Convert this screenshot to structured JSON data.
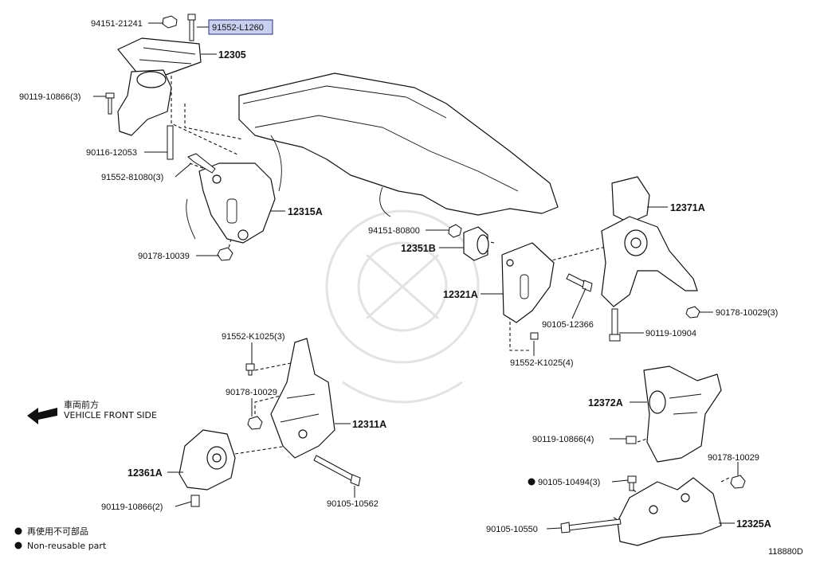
{
  "highlighted_part": "91552-L1260",
  "part_labels": [
    {
      "id": "94151-21241",
      "text": "94151-21241"
    },
    {
      "id": "91552-L1260",
      "text": "91552-L1260"
    },
    {
      "id": "12305",
      "text": "12305"
    },
    {
      "id": "90119-10866-3",
      "text": "90119-10866(3)"
    },
    {
      "id": "90116-12053",
      "text": "90116-12053"
    },
    {
      "id": "91552-81080-3",
      "text": "91552-81080(3)"
    },
    {
      "id": "12315A",
      "text": "12315A"
    },
    {
      "id": "90178-10039",
      "text": "90178-10039"
    },
    {
      "id": "94151-80800",
      "text": "94151-80800"
    },
    {
      "id": "12351B",
      "text": "12351B"
    },
    {
      "id": "12321A",
      "text": "12321A"
    },
    {
      "id": "90105-12366",
      "text": "90105-12366"
    },
    {
      "id": "91552-K1025-4",
      "text": "91552-K1025(4)"
    },
    {
      "id": "12371A",
      "text": "12371A"
    },
    {
      "id": "90178-10029-3",
      "text": "90178-10029(3)"
    },
    {
      "id": "90119-10904",
      "text": "90119-10904"
    },
    {
      "id": "91552-K1025-3",
      "text": "91552-K1025(3)"
    },
    {
      "id": "90178-10029",
      "text": "90178-10029"
    },
    {
      "id": "12311A",
      "text": "12311A"
    },
    {
      "id": "12361A",
      "text": "12361A"
    },
    {
      "id": "90119-10866-2",
      "text": "90119-10866(2)"
    },
    {
      "id": "90105-10562",
      "text": "90105-10562"
    },
    {
      "id": "12372A",
      "text": "12372A"
    },
    {
      "id": "90119-10866-4",
      "text": "90119-10866(4)"
    },
    {
      "id": "90178-10029-b",
      "text": "90178-10029"
    },
    {
      "id": "90105-10494-3",
      "text": "90105-10494(3)"
    },
    {
      "id": "90105-10550",
      "text": "90105-10550"
    },
    {
      "id": "12325A",
      "text": "12325A"
    }
  ],
  "front_indicator": {
    "japanese": "車両前方",
    "english": "VEHICLE FRONT SIDE"
  },
  "legend": {
    "japanese": "再使用不可部品",
    "english": "Non-reusable part"
  },
  "diagram_id": "118880D"
}
